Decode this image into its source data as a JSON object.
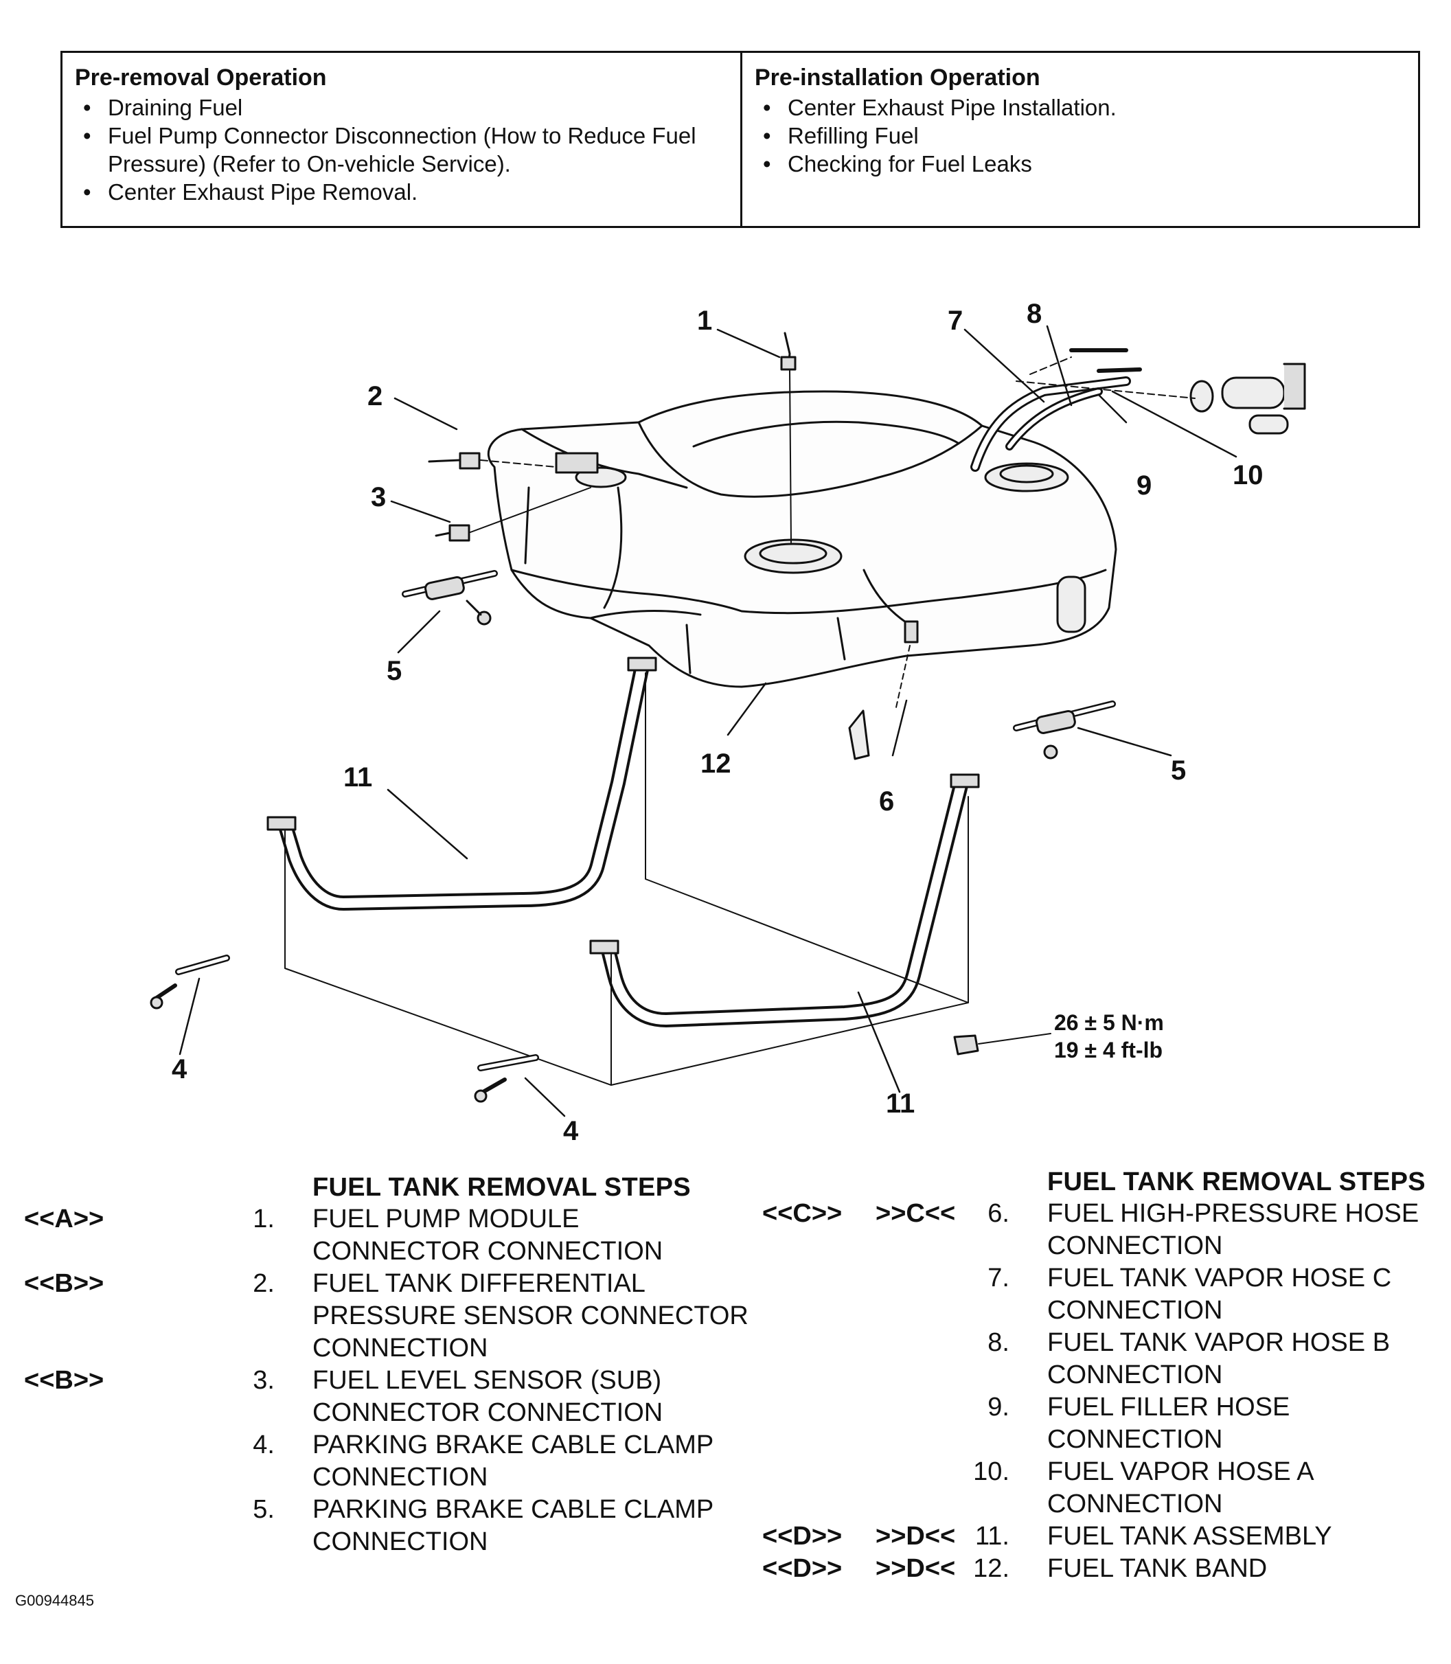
{
  "pre_removal": {
    "heading": "Pre-removal Operation",
    "items": [
      "Draining Fuel",
      "Fuel Pump Connector Disconnection (How to Reduce Fuel Pressure) (Refer to  On-vehicle Service).",
      "Center Exhaust Pipe Removal."
    ]
  },
  "pre_installation": {
    "heading": "Pre-installation Operation",
    "items": [
      "Center Exhaust Pipe Installation.",
      "Refilling Fuel",
      "Checking for Fuel Leaks"
    ]
  },
  "diagram": {
    "callouts": [
      "1",
      "2",
      "3",
      "4",
      "4",
      "5",
      "5",
      "6",
      "7",
      "8",
      "9",
      "10",
      "11",
      "11",
      "12"
    ],
    "torque": {
      "metric": "26 ± 5 N·m",
      "imperial": "19 ± 4 ft-lb"
    }
  },
  "steps_left": {
    "heading": "FUEL TANK REMOVAL STEPS",
    "items": [
      {
        "code": "<<A>>",
        "num": "1.",
        "text": "FUEL PUMP MODULE CONNECTOR CONNECTION"
      },
      {
        "code": "<<B>>",
        "num": "2.",
        "text": "FUEL TANK DIFFERENTIAL PRESSURE SENSOR CONNECTOR CONNECTION"
      },
      {
        "code": "<<B>>",
        "num": "3.",
        "text": "FUEL LEVEL SENSOR (SUB) CONNECTOR CONNECTION"
      },
      {
        "code": "",
        "num": "4.",
        "text": "PARKING BRAKE CABLE CLAMP CONNECTION"
      },
      {
        "code": "",
        "num": "5.",
        "text": "PARKING BRAKE CABLE CLAMP CONNECTION"
      }
    ]
  },
  "steps_right": {
    "heading": "FUEL TANK REMOVAL STEPS",
    "items": [
      {
        "code": "<<C>>",
        "code2": ">>C<<",
        "num": "6.",
        "text": "FUEL HIGH-PRESSURE HOSE CONNECTION"
      },
      {
        "code": "",
        "code2": "",
        "num": "7.",
        "text": "FUEL TANK VAPOR HOSE C CONNECTION"
      },
      {
        "code": "",
        "code2": "",
        "num": "8.",
        "text": "FUEL TANK VAPOR HOSE B CONNECTION"
      },
      {
        "code": "",
        "code2": "",
        "num": "9.",
        "text": "FUEL FILLER HOSE CONNECTION"
      },
      {
        "code": "",
        "code2": "",
        "num": "10.",
        "text": "FUEL VAPOR HOSE A CONNECTION"
      },
      {
        "code": "<<D>>",
        "code2": ">>D<<",
        "num": "11.",
        "text": "FUEL TANK ASSEMBLY"
      },
      {
        "code": "<<D>>",
        "code2": ">>D<<",
        "num": "12.",
        "text": "FUEL TANK BAND"
      }
    ]
  },
  "figure_id": "G00944845"
}
